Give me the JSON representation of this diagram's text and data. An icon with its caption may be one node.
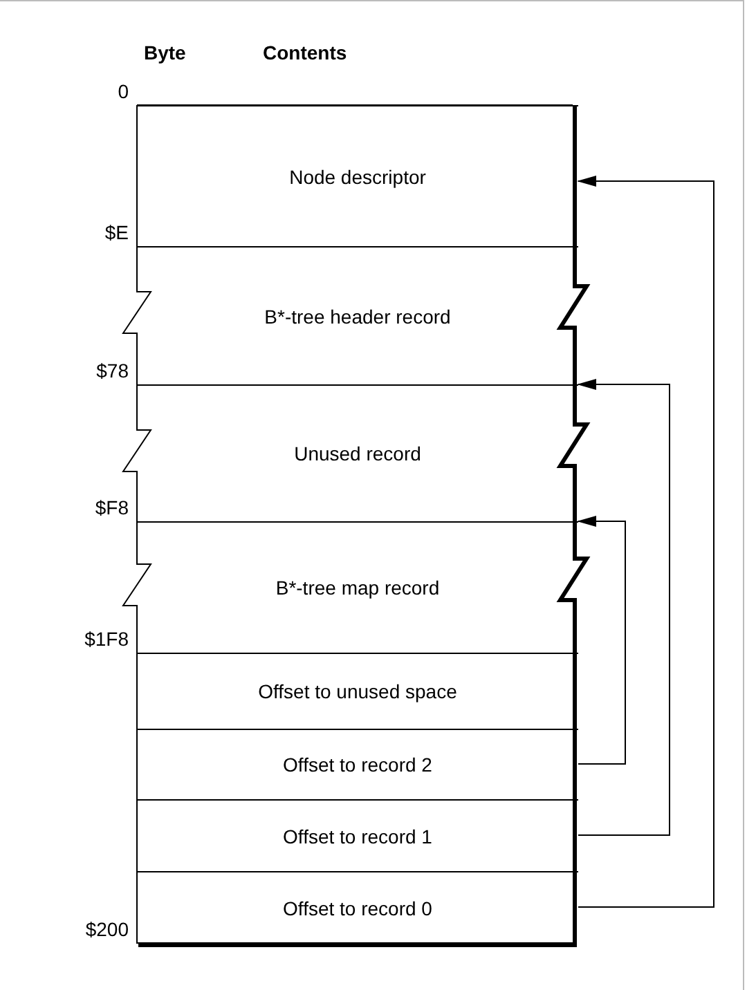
{
  "diagram": {
    "nodes": [
      {
        "text": [
          "Node descriptor"
        ]
      },
      {
        "text": [
          "B*-tree header record"
        ]
      },
      {
        "text": [
          "Unused record"
        ]
      },
      {
        "text": [
          "B*-tree map record"
        ]
      },
      {
        "text": [
          "Offset to unused space"
        ]
      },
      {
        "text": [
          "Offset to record 2"
        ]
      },
      {
        "text": [
          "Offset to record 1"
        ]
      },
      {
        "text": [
          "Offset to record 0"
        ]
      }
    ],
    "edges": [
      {
        "from": 7,
        "to": 0,
        "arrow": "to"
      },
      {
        "from": 6,
        "to": 2,
        "arrow": "to"
      },
      {
        "from": 5,
        "to": 3,
        "arrow": "to"
      }
    ],
    "labels": [
      "Byte",
      "Contents",
      "0",
      "$E",
      "$78",
      "$F8",
      "$1F8",
      "$200"
    ]
  }
}
